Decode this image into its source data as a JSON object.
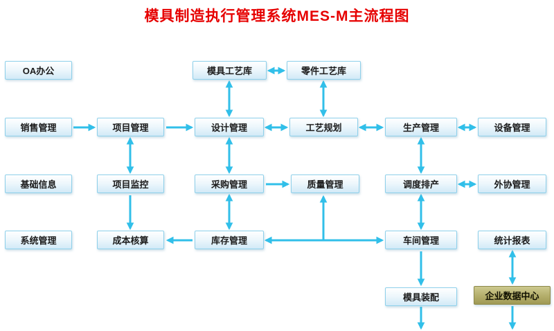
{
  "title": "模具制造执行管理系统MES-M主流程图",
  "colors": {
    "title": "#e60000",
    "arrow": "#31bfe9",
    "node_border": "#8ed0ea",
    "node_bg_bottom": "#d2eaf7",
    "data_center_bg": "#b3ad6a"
  },
  "nodes": {
    "oa_office": "OA办公",
    "sales": "销售管理",
    "basic_info": "基础信息",
    "system": "系统管理",
    "project": "项目管理",
    "monitor": "项目监控",
    "cost": "成本核算",
    "mold_lib": "模具工艺库",
    "design": "设计管理",
    "purchase": "采购管理",
    "inventory": "库存管理",
    "parts_lib": "零件工艺库",
    "process": "工艺规划",
    "quality": "质量管理",
    "production": "生产管理",
    "scheduling": "调度排产",
    "workshop": "车间管理",
    "assembly": "模具装配",
    "equipment": "设备管理",
    "outsourcing": "外协管理",
    "report": "统计报表",
    "data_center": "企业数据中心"
  },
  "edges": [
    {
      "from": "sales",
      "to": "project",
      "dir": "->"
    },
    {
      "from": "project",
      "to": "design",
      "dir": "->"
    },
    {
      "from": "design",
      "to": "process",
      "dir": "<->"
    },
    {
      "from": "process",
      "to": "production",
      "dir": "<->"
    },
    {
      "from": "production",
      "to": "equipment",
      "dir": "<->"
    },
    {
      "from": "mold_lib",
      "to": "parts_lib",
      "dir": "<->"
    },
    {
      "from": "mold_lib",
      "to": "design",
      "dir": "<->"
    },
    {
      "from": "parts_lib",
      "to": "process",
      "dir": "<->"
    },
    {
      "from": "project",
      "to": "monitor",
      "dir": "<->"
    },
    {
      "from": "monitor",
      "to": "cost",
      "dir": "->"
    },
    {
      "from": "design",
      "to": "purchase",
      "dir": "<->"
    },
    {
      "from": "purchase",
      "to": "inventory",
      "dir": "<->"
    },
    {
      "from": "purchase",
      "to": "quality",
      "dir": "->"
    },
    {
      "from": "production",
      "to": "scheduling",
      "dir": "<->"
    },
    {
      "from": "scheduling",
      "to": "outsourcing",
      "dir": "<->"
    },
    {
      "from": "scheduling",
      "to": "workshop",
      "dir": "<->"
    },
    {
      "from": "inventory",
      "to": "cost",
      "dir": "->"
    },
    {
      "from": "inventory",
      "to": "workshop",
      "dir": "<->"
    },
    {
      "from": "inventory_workshop_link",
      "to": "quality",
      "dir": "->"
    },
    {
      "from": "workshop",
      "to": "assembly",
      "dir": "->"
    },
    {
      "from": "report",
      "to": "data_center",
      "dir": "<->"
    },
    {
      "from": "assembly",
      "to": "offscreen_bottom",
      "dir": "->"
    },
    {
      "from": "data_center",
      "to": "offscreen_bottom",
      "dir": "->"
    }
  ]
}
